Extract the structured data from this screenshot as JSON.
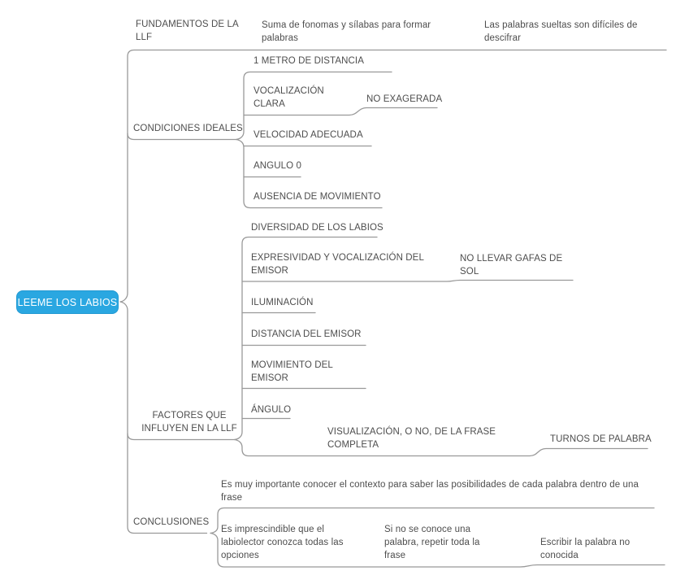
{
  "canvas": {
    "background": "#ffffff",
    "line_color": "#999999",
    "text_color": "#4d4d4d",
    "root_fill": "#2aa7e1",
    "root_text_color": "#ffffff"
  },
  "root": {
    "label": "LEEME LOS LABIOS"
  },
  "branches": [
    {
      "label": "FUNDAMENTOS DE LA LLF",
      "children": [
        {
          "label": "Suma de fonomas y sílabas para formar palabras",
          "children": [
            {
              "label": "Las palabras sueltas son difíciles de descifrar"
            }
          ]
        }
      ]
    },
    {
      "label": "CONDICIONES IDEALES",
      "children": [
        {
          "label": "1 METRO DE DISTANCIA"
        },
        {
          "label": "VOCALIZACIÓN CLARA",
          "children": [
            {
              "label": "NO EXAGERADA"
            }
          ]
        },
        {
          "label": "VELOCIDAD ADECUADA"
        },
        {
          "label": "ANGULO 0"
        },
        {
          "label": "AUSENCIA DE MOVIMIENTO"
        }
      ]
    },
    {
      "label": "FACTORES QUE INFLUYEN EN LA LLF",
      "children": [
        {
          "label": "DIVERSIDAD DE LOS LABIOS"
        },
        {
          "label": "EXPRESIVIDAD Y VOCALIZACIÓN DEL EMISOR",
          "children": [
            {
              "label": "NO LLEVAR GAFAS DE SOL"
            }
          ]
        },
        {
          "label": "ILUMINACIÓN"
        },
        {
          "label": "DISTANCIA DEL EMISOR"
        },
        {
          "label": "MOVIMIENTO DEL EMISOR"
        },
        {
          "label": "ÁNGULO"
        },
        {
          "label": "VISUALIZACIÓN, O NO, DE LA FRASE COMPLETA",
          "children": [
            {
              "label": "TURNOS DE PALABRA"
            }
          ]
        }
      ]
    },
    {
      "label": "CONCLUSIONES",
      "children": [
        {
          "label": "Es muy importante conocer el contexto para saber las posibilidades de cada palabra dentro de una frase"
        },
        {
          "label": "Es imprescindible que el labiolector conozca todas las opciones",
          "children": [
            {
              "label": "Si no se conoce una palabra, repetir toda la frase",
              "children": [
                {
                  "label": "Escribir la palabra no conocida"
                }
              ]
            }
          ]
        }
      ]
    }
  ]
}
